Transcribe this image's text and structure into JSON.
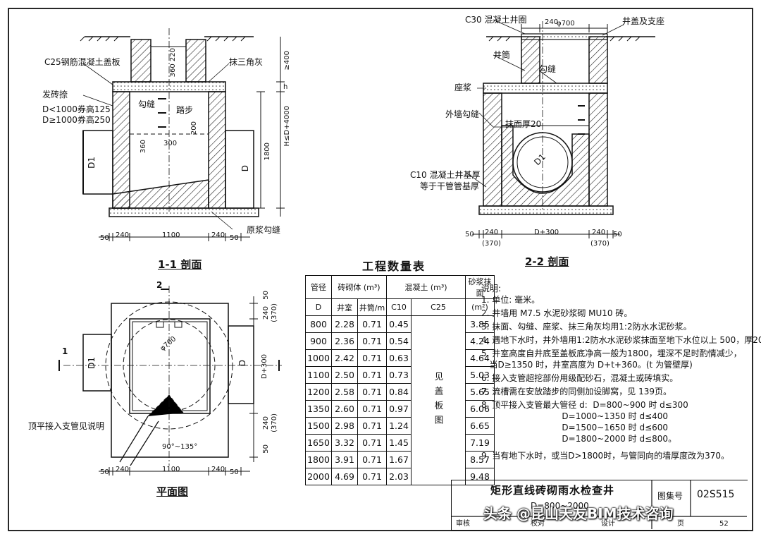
{
  "section_1_1": {
    "caption": "1-1 剖面",
    "cover_label": "C25钢筋混凝土盖板",
    "step_label": "发砖捺",
    "step_note_1": "D<1000券高125",
    "step_note_2": "D≥1000券高250",
    "triangle_label": "抹三角灰",
    "joint_label": "勾缝",
    "ladder_label": "踏步",
    "bedding_label": "原浆勾缝",
    "dims_bottom": [
      "50",
      "240",
      "1100",
      "240",
      "50"
    ],
    "dim_360_220": "360 220",
    "dim_400": "≥400",
    "dim_h": "h",
    "dim_HKD": "H≤D+4000",
    "dim_1800": "1800",
    "dim_200": "200",
    "dim_360": "360",
    "dim_300": "300",
    "pipe_D1": "D1",
    "pipe_D": "D"
  },
  "section_2_2": {
    "caption": "2-2 剖面",
    "ring_label": "C30 混凝土井圈",
    "cover_label": "井盖及支座",
    "shaft_label": "井筒",
    "mortar_label": "座浆",
    "joint_label": "勾缝",
    "outer_joint_label": "外墙勾缝",
    "plaster_label": "抹面厚20",
    "base_label_1": "C10 混凝土井基厚",
    "base_label_2": "等于干管管基厚",
    "dim_240": "240",
    "dim_700": "φ700",
    "pipe_D1": "D1",
    "dims_bottom": [
      "50",
      "240",
      "D+300",
      "240",
      "50"
    ],
    "dims_bottom_sub": [
      "(370)",
      "(370)"
    ]
  },
  "plan": {
    "caption": "平面图",
    "section_mark_2": "2",
    "section_mark_1": "1",
    "dim_700": "φ700",
    "pipe_D1": "D1",
    "pipe_D": "D",
    "dim_D300": "D+300",
    "dims_right": [
      "50",
      "240",
      "(370)",
      "240",
      "(370)",
      "50"
    ],
    "dims_bottom": [
      "50",
      "240",
      "1100",
      "240",
      "50"
    ],
    "branch_label": "顶平接入支管见说明",
    "angle_label": "90°~135°"
  },
  "quantity_table": {
    "title": "工程数量表",
    "headers": {
      "pipe_dia": "管径",
      "brick": "砖砌体 (m³)",
      "concrete": "混凝土 (m³)",
      "plaster": "砂浆抹面",
      "D": "D",
      "chamber": "井室",
      "shaft": "井筒/m",
      "c10": "C10",
      "c25": "C25",
      "plaster_unit": "(m²)",
      "c25_note": "见盖板图"
    },
    "rows": [
      [
        "800",
        "2.28",
        "0.71",
        "0.45",
        "3.85"
      ],
      [
        "900",
        "2.36",
        "0.71",
        "0.54",
        "4.24"
      ],
      [
        "1000",
        "2.42",
        "0.71",
        "0.63",
        "4.64"
      ],
      [
        "1100",
        "2.50",
        "0.71",
        "0.73",
        "5.03"
      ],
      [
        "1200",
        "2.58",
        "0.71",
        "0.84",
        "5.65"
      ],
      [
        "1350",
        "2.60",
        "0.71",
        "0.97",
        "6.06"
      ],
      [
        "1500",
        "2.98",
        "0.71",
        "1.24",
        "6.65"
      ],
      [
        "1650",
        "3.32",
        "0.71",
        "1.45",
        "7.19"
      ],
      [
        "1800",
        "3.91",
        "0.71",
        "1.67",
        "8.57"
      ],
      [
        "2000",
        "4.69",
        "0.71",
        "2.03",
        "9.48"
      ]
    ]
  },
  "notes": {
    "heading": "说明:",
    "items": [
      "1. 单位: 毫米。",
      "2. 井墙用 M7.5 水泥砂浆砌 MU10 砖。",
      "3. 抹面、勾缝、座浆、抹三角灰均用1:2防水水泥砂浆。",
      "4. 遇地下水时，井外墙用1:2防水水泥砂浆抹面至地下水位以上 500，厚20。",
      "5. 井室高度自井底至盖板底净高一般为1800，埋深不足时酌情减少，",
      "   当D≥1350 时，井室高度为 D+t+360。(t 为管壁厚)",
      "6. 接入支管超挖部份用级配砂石，混凝土或砖填实。",
      "7. 流槽需在安放踏步的同侧加设脚窝，见 139页。",
      "8. 顶平接入支管最大管径 d:  D=800~900 时 d≤300",
      "                              D=1000~1350 时 d≤400",
      "                              D=1500~1650 时 d≤600",
      "                              D=1800~2000 时 d≤800。",
      "9. 当有地下水时，或当D>1800时，与管同向的墙厚度改为370。"
    ]
  },
  "title_block": {
    "title": "矩形直线砖砌雨水检查井",
    "subtitle": "D=800~2000",
    "atlas_label": "图集号",
    "atlas_no": "02S515",
    "review": "审核",
    "check": "校对",
    "design": "设计",
    "page_label": "页",
    "page_no": "52"
  },
  "watermark": "头条 @昆山天友BIM技术咨询"
}
